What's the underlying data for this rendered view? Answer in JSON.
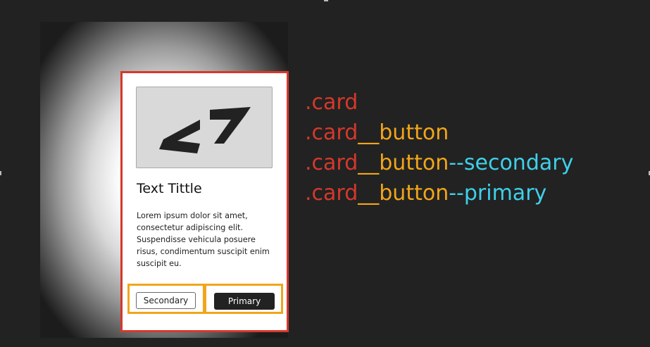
{
  "card": {
    "title": "Text Tittle",
    "body": "Lorem ipsum dolor sit amet, consectetur adipiscing elit. Suspendisse vehicula posuere risus, condimentum suscipit enim suscipit eu.",
    "image_icon": "code-logo-icon",
    "secondary_label": "Secondary",
    "primary_label": "Primary"
  },
  "class_names": [
    {
      "base": ".card",
      "element": "",
      "modifier": ""
    },
    {
      "base": ".card",
      "element": "__button",
      "modifier": ""
    },
    {
      "base": ".card",
      "element": "__button",
      "modifier": "--secondary"
    },
    {
      "base": ".card",
      "element": "__button",
      "modifier": "--primary"
    }
  ],
  "colors": {
    "background": "#222222",
    "block": "#d6382b",
    "element": "#f2a51a",
    "modifier": "#3fd0ea",
    "primary_button": "#222222"
  }
}
